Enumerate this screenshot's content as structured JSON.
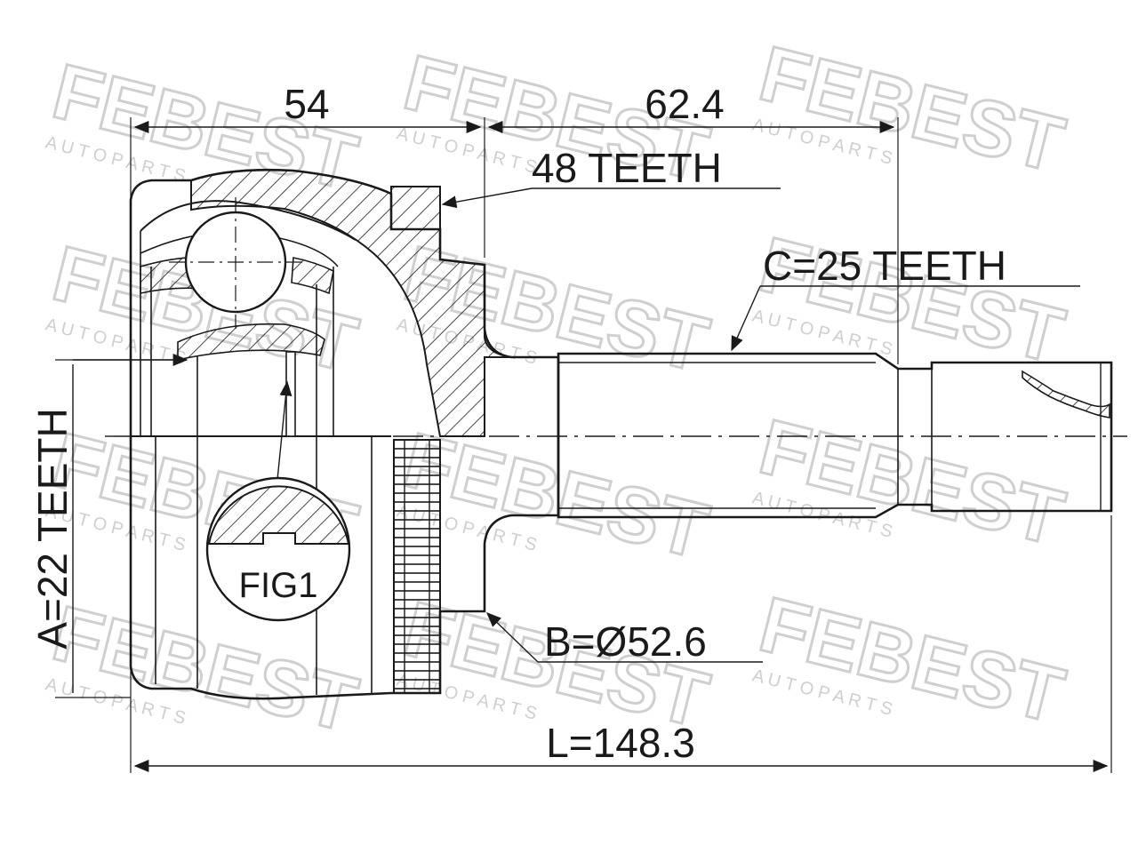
{
  "watermark": {
    "brand": "FEBEST",
    "tagline": "A U T O   P A R T S"
  },
  "labels": {
    "dim_54": "54",
    "dim_62_4": "62.4",
    "teeth_48": "48 TEETH",
    "teeth_c": "C=25 TEETH",
    "teeth_a": "A=22 TEETH",
    "diameter_b": "B=Ø52.6",
    "length_l": "L=148.3",
    "fig": "FIG1"
  }
}
